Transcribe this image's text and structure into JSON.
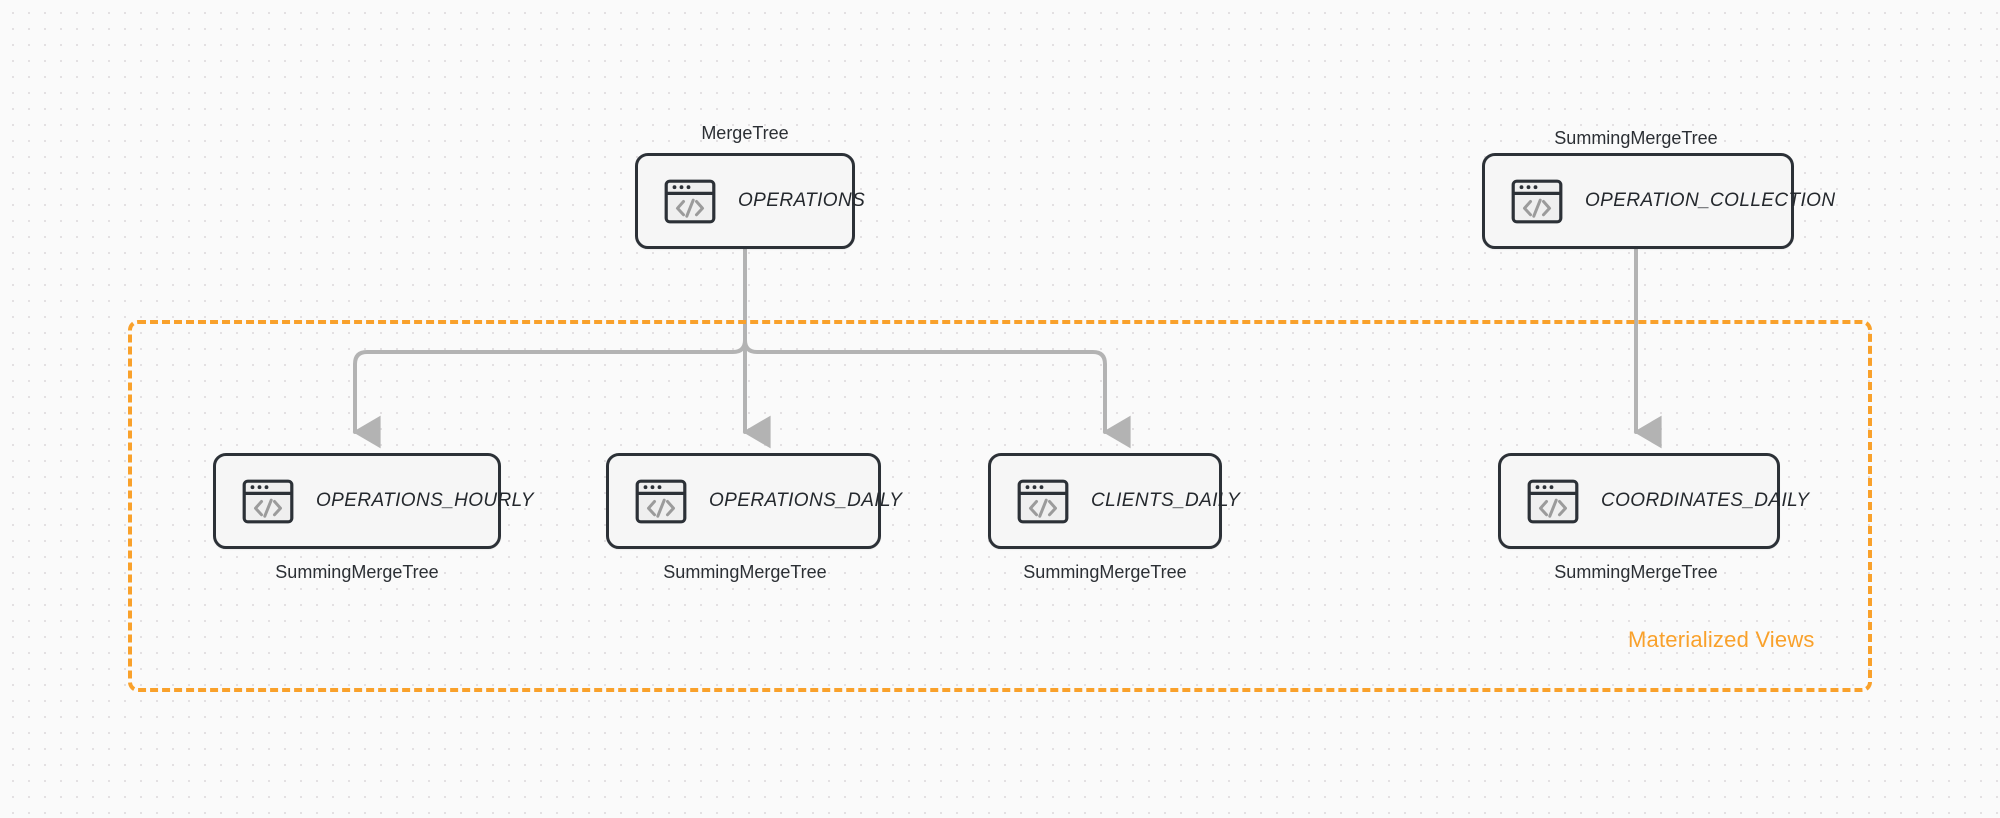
{
  "diagram": {
    "title": "ClickHouse table and materialized view topology",
    "background": "#fafafa",
    "accent_color": "#f9a12b",
    "node_border_color": "#2c3137",
    "node_fill_color": "#f6f6f6",
    "connector_color": "#b0b0b0"
  },
  "group": {
    "label": "Materialized Views",
    "color": "#f9a12b",
    "style": "dashed"
  },
  "nodes": [
    {
      "id": "operations",
      "label": "OPERATIONS",
      "engine": "MergeTree",
      "engine_position": "above",
      "icon": "code-window-icon"
    },
    {
      "id": "operation_collection",
      "label": "OPERATION_COLLECTION",
      "engine": "SummingMergeTree",
      "engine_position": "above",
      "icon": "code-window-icon"
    },
    {
      "id": "operations_hourly",
      "label": "OPERATIONS_HOURLY",
      "engine": "SummingMergeTree",
      "engine_position": "below",
      "icon": "code-window-icon"
    },
    {
      "id": "operations_daily",
      "label": "OPERATIONS_DAILY",
      "engine": "SummingMergeTree",
      "engine_position": "below",
      "icon": "code-window-icon"
    },
    {
      "id": "clients_daily",
      "label": "CLIENTS_DAILY",
      "engine": "SummingMergeTree",
      "engine_position": "below",
      "icon": "code-window-icon"
    },
    {
      "id": "coordinates_daily",
      "label": "COORDINATES_DAILY",
      "engine": "SummingMergeTree",
      "engine_position": "below",
      "icon": "code-window-icon"
    }
  ],
  "edges": [
    {
      "from": "operations",
      "to": "operations_hourly",
      "style": "elbow-arrow"
    },
    {
      "from": "operations",
      "to": "operations_daily",
      "style": "straight-arrow"
    },
    {
      "from": "operations",
      "to": "clients_daily",
      "style": "elbow-arrow"
    },
    {
      "from": "operation_collection",
      "to": "coordinates_daily",
      "style": "straight-arrow"
    }
  ]
}
